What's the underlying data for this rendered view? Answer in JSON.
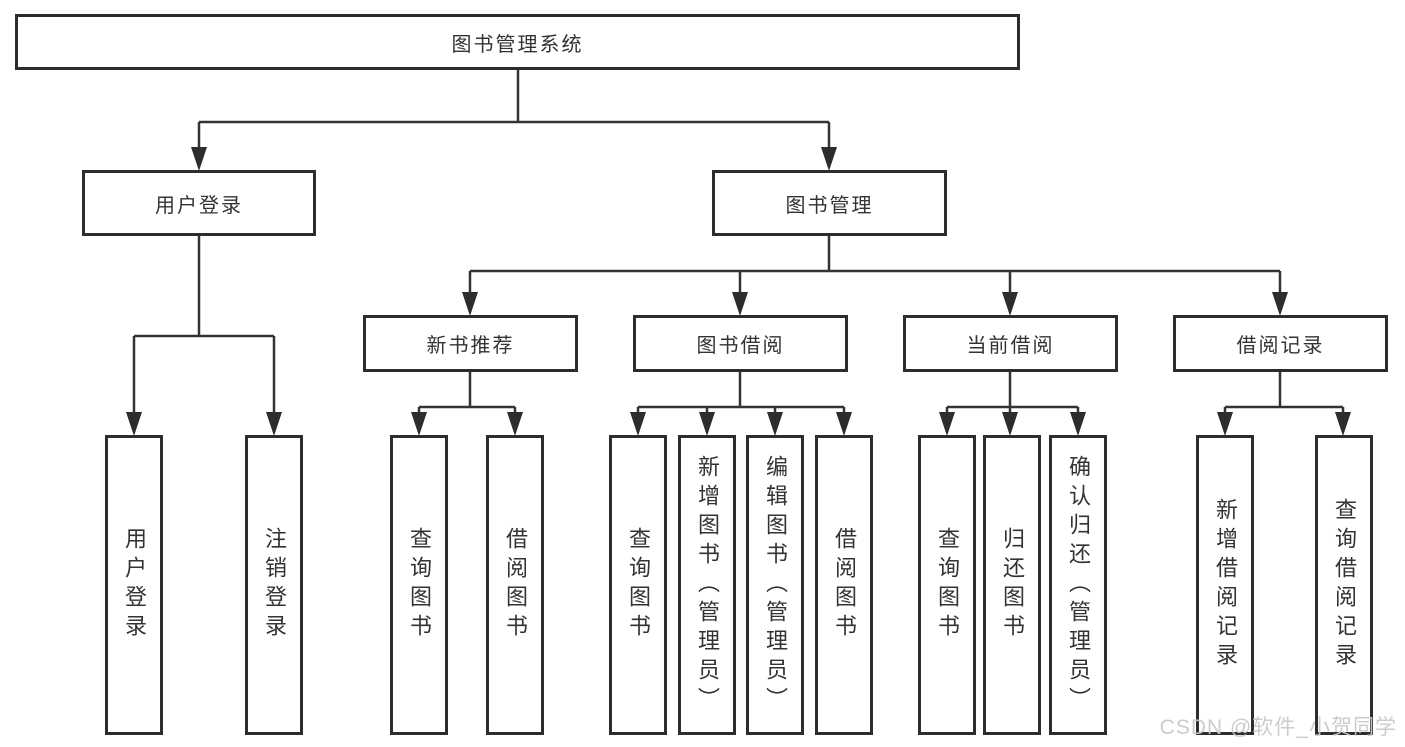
{
  "tree": {
    "root": "图书管理系统",
    "level2": [
      {
        "label": "用户登录",
        "leaves": [
          "用户登录",
          "注销登录"
        ]
      },
      {
        "label": "图书管理"
      }
    ],
    "level3": [
      {
        "label": "新书推荐",
        "leaves": [
          "查询图书",
          "借阅图书"
        ]
      },
      {
        "label": "图书借阅",
        "leaves": [
          "查询图书",
          "新增图书（管理员）",
          "编辑图书（管理员）",
          "借阅图书"
        ]
      },
      {
        "label": "当前借阅",
        "leaves": [
          "查询图书",
          "归还图书",
          "确认归还（管理员）"
        ]
      },
      {
        "label": "借阅记录",
        "leaves": [
          "新增借阅记录",
          "查询借阅记录"
        ]
      }
    ]
  },
  "watermark": "CSDN @软件_小贺同学",
  "colors": {
    "line": "#333333",
    "box_border": "#2d2d2d",
    "text": "#333333",
    "watermark": "#c9c9c9",
    "background": "#ffffff"
  }
}
